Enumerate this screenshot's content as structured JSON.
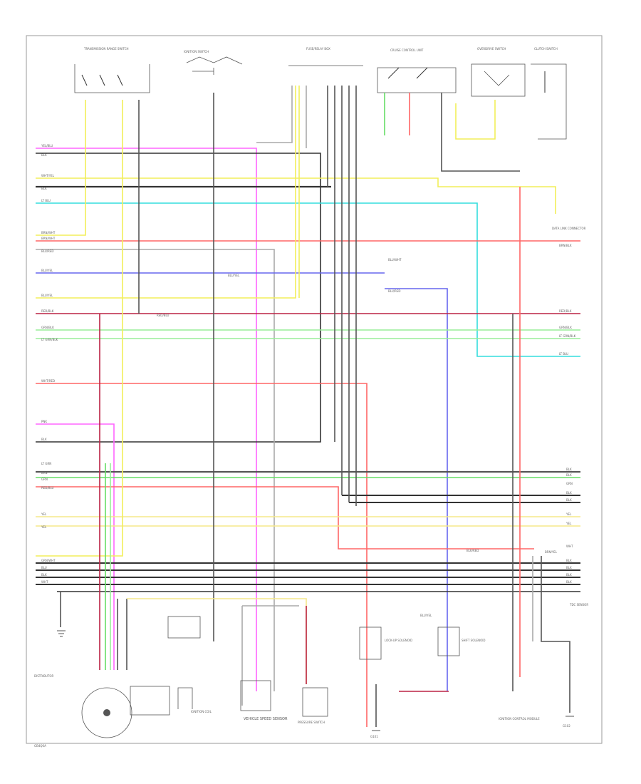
{
  "diagram": {
    "footer_code": "GB4Q6A",
    "components": [
      {
        "id": "trans_range",
        "text": "TRANSMISSION RANGE SWITCH"
      },
      {
        "id": "ign_sw",
        "text": "IGNITION SWITCH"
      },
      {
        "id": "fuse_box",
        "text": "FUSE/RELAY BOX"
      },
      {
        "id": "cruise_unit",
        "text": "CRUISE CONTROL UNIT"
      },
      {
        "id": "od_sw",
        "text": "OVERDRIVE SWITCH"
      },
      {
        "id": "clutch_sw",
        "text": "CLUTCH SWITCH"
      },
      {
        "id": "data_link",
        "text": "DATA LINK CONNECTOR"
      },
      {
        "id": "tdc",
        "text": "TDC SENSOR"
      },
      {
        "id": "distributor",
        "text": "DISTRIBUTOR"
      },
      {
        "id": "ign_coil",
        "text": "IGNITION COIL"
      },
      {
        "id": "ign_ctrl",
        "text": "IGNITION CONTROL MODULE"
      },
      {
        "id": "vss",
        "text": "VEHICLE SPEED SENSOR"
      },
      {
        "id": "press_sw",
        "text": "PRESSURE SWITCH"
      },
      {
        "id": "lockup_sol",
        "text": "LOCK-UP SOLENOID"
      },
      {
        "id": "shift_sol",
        "text": "SHIFT SOLENOID"
      },
      {
        "id": "ground_a",
        "text": "G101"
      },
      {
        "id": "ground_b",
        "text": "G102"
      }
    ],
    "left_wire_labels": [
      "YEL/BLU",
      "BLK",
      "WHT/YEL",
      "BLK",
      "LT BLU",
      "BRN/WHT",
      "BRN/WHT",
      "BLU/RED",
      "BLU/YEL",
      "BLU/YEL",
      "RED/BLK",
      "GRN/BLK",
      "LT GRN/BLK",
      "WHT/RED",
      "PNK",
      "BLK",
      "LT GRN",
      "BRN",
      "GRN",
      "RED/BLU",
      "YEL",
      "YEL",
      "GRN/WHT",
      "BLU",
      "BLK",
      "WHT"
    ],
    "right_wire_labels": [
      "BRN/BLK",
      "RED/BLK",
      "GRN/BLK",
      "LT GRN/BLK",
      "LT BLU",
      "BLK",
      "BLK",
      "GRN",
      "BLK",
      "BLK",
      "YEL",
      "YEL",
      "BRN/YEL",
      "WHT",
      "BLK",
      "BLK",
      "BLK",
      "BLK"
    ],
    "mid_labels": [
      "BLU/WHT",
      "BLU/RED",
      "RED/BLU",
      "BLU/YEL",
      "BLK/RED",
      "BLU/YEL"
    ],
    "wire_colors": {
      "magenta": "#ff66ff",
      "black": "#333333",
      "yellow": "#f2ee5a",
      "cyan": "#33dddd",
      "red": "#ff6666",
      "blue": "#6666ee",
      "green": "#66dd66",
      "brown": "#aa6644",
      "gray": "#888888",
      "lightyellow": "#f5e88a",
      "darkred": "#bb2244",
      "lightgreen": "#99ee99"
    }
  }
}
